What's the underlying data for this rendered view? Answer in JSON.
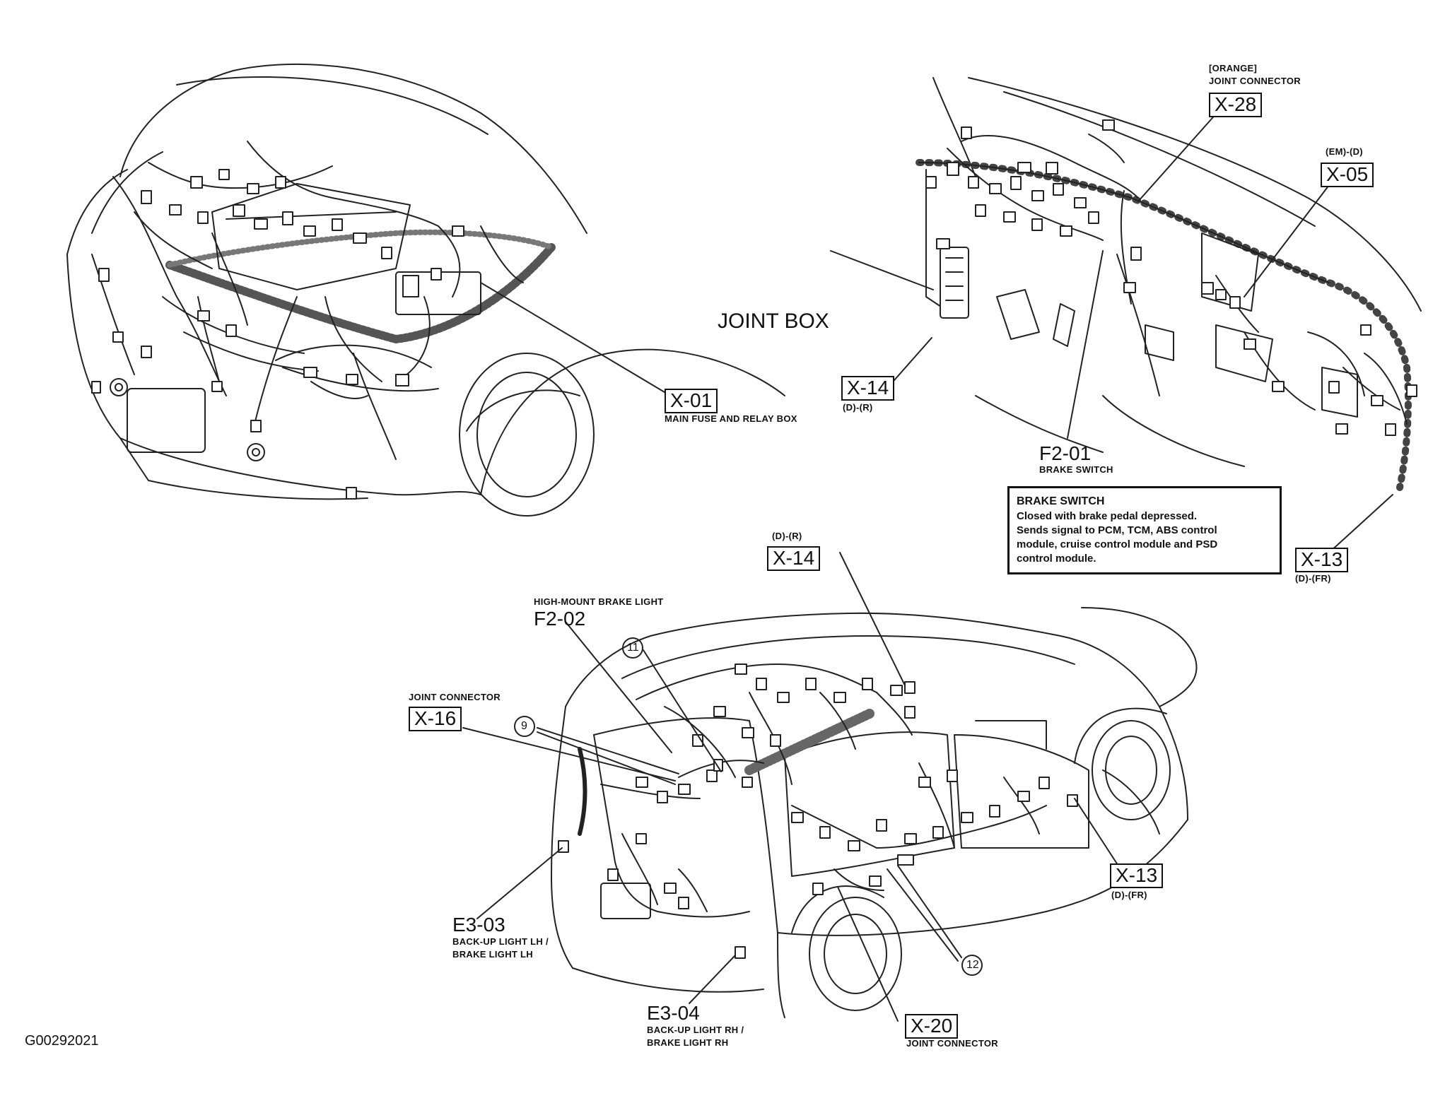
{
  "figure_id": "G00292021",
  "labels": {
    "x01": {
      "code": "X-01",
      "desc": "MAIN FUSE AND RELAY BOX"
    },
    "x28": {
      "code": "X-28",
      "pre1": "[ORANGE]",
      "pre2": "JOINT CONNECTOR"
    },
    "x05": {
      "code": "X-05",
      "pre": "(EM)-(D)"
    },
    "joint_box": "JOINT BOX",
    "x14_top": {
      "code": "X-14",
      "suffix": "(D)-(R)"
    },
    "f201": {
      "code": "F2-01",
      "desc": "BRAKE SWITCH"
    },
    "x13_top": {
      "code": "X-13",
      "suffix": "(D)-(FR)"
    },
    "x14_bottom": {
      "code": "X-14",
      "pre": "(D)-(R)"
    },
    "f202": {
      "code": "F2-02",
      "pre": "HIGH-MOUNT BRAKE LIGHT"
    },
    "x16": {
      "code": "X-16",
      "pre": "JOINT CONNECTOR"
    },
    "callout9": "9",
    "callout11": "11",
    "callout12": "12",
    "x13_bottom": {
      "code": "X-13",
      "suffix": "(D)-(FR)"
    },
    "e303": {
      "code": "E3-03",
      "desc1": "BACK-UP LIGHT LH /",
      "desc2": "BRAKE LIGHT LH"
    },
    "e304": {
      "code": "E3-04",
      "desc1": "BACK-UP LIGHT RH /",
      "desc2": "BRAKE LIGHT RH"
    },
    "x20": {
      "code": "X-20",
      "desc": "JOINT CONNECTOR"
    }
  },
  "brake_note": {
    "title": "BRAKE SWITCH",
    "line1": "Closed with brake pedal depressed.",
    "line2": "Sends signal to PCM, TCM, ABS control",
    "line3": "module, cruise control module and PSD",
    "line4": "control module."
  }
}
